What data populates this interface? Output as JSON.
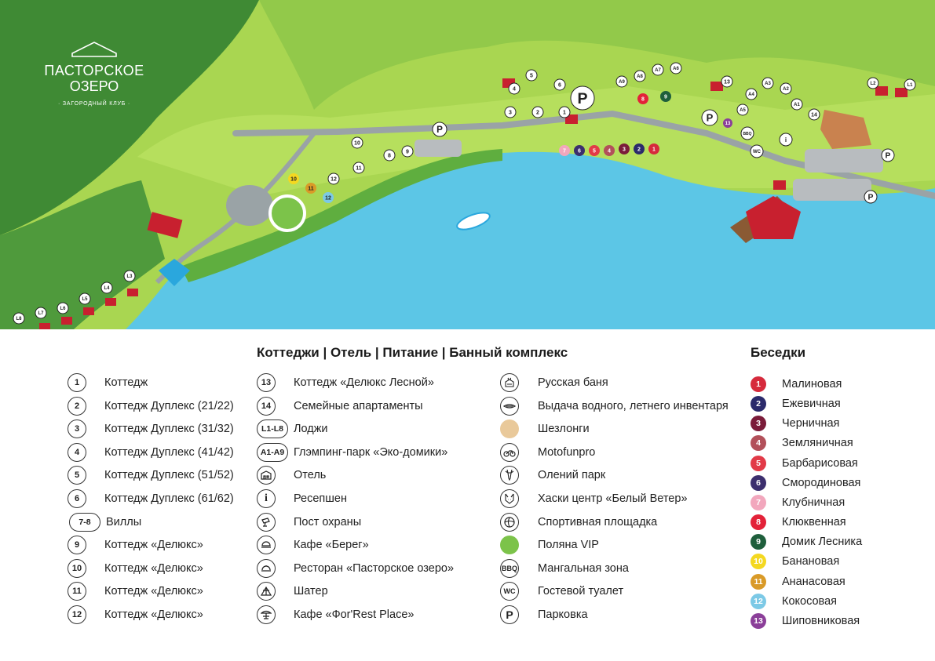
{
  "brand": {
    "name_line1": "ПАСТОРСКОЕ",
    "name_line2": "ОЗЕРО",
    "tagline": "· ЗАГОРОДНЫЙ КЛУБ ·"
  },
  "colors": {
    "forest": "#3f8a34",
    "meadow": "#a9d651",
    "water": "#5cc6e6",
    "roof": "#c8202f",
    "path": "#9aa3a6",
    "wood": "#8a5a34"
  },
  "map_markers": {
    "cottages": [
      "1",
      "2",
      "3",
      "4",
      "5",
      "6",
      "8",
      "9",
      "10",
      "11",
      "12",
      "13",
      "14"
    ],
    "glamping": [
      "A1",
      "A2",
      "A3",
      "A4",
      "A5",
      "A6",
      "A7",
      "A8",
      "A9"
    ],
    "lodges": [
      "L1",
      "L2",
      "L3",
      "L4",
      "L5",
      "L6",
      "L7",
      "L8"
    ],
    "gazebos": [
      "7",
      "6",
      "5",
      "4",
      "3",
      "2",
      "1"
    ],
    "gazebo_north": [
      "8",
      "9"
    ],
    "gazebo_13": "13",
    "gazebos_yellow": [
      "10",
      "11",
      "12"
    ],
    "parking": "P",
    "bbq": "BBQ",
    "wc": "WC",
    "info": "i"
  },
  "legend": {
    "main_title": "Коттеджи | Отель | Питание | Банный комплекс",
    "gazebo_title": "Беседки",
    "col1": [
      {
        "code": "1",
        "label": "Коттедж"
      },
      {
        "code": "2",
        "label": "Коттедж Дуплекс (21/22)"
      },
      {
        "code": "3",
        "label": "Коттедж Дуплекс (31/32)"
      },
      {
        "code": "4",
        "label": "Коттедж Дуплекс (41/42)"
      },
      {
        "code": "5",
        "label": "Коттедж Дуплекс (51/52)"
      },
      {
        "code": "6",
        "label": "Коттедж Дуплекс (61/62)"
      },
      {
        "code": "7-8",
        "label": "Виллы"
      },
      {
        "code": "9",
        "label": "Коттедж «Делюкс»"
      },
      {
        "code": "10",
        "label": "Коттедж «Делюкс»"
      },
      {
        "code": "11",
        "label": "Коттедж «Делюкс»"
      },
      {
        "code": "12",
        "label": "Коттедж «Делюкс»"
      }
    ],
    "col2": [
      {
        "code": "13",
        "label": "Коттедж «Делюкс Лесной»",
        "icon": "number"
      },
      {
        "code": "14",
        "label": "Семейные апартаменты",
        "icon": "number"
      },
      {
        "code": "L1-L8",
        "label": "Лоджи",
        "icon": "pill"
      },
      {
        "code": "A1-A9",
        "label": "Глэмпинг-парк «Эко-домики»",
        "icon": "pill"
      },
      {
        "code": "",
        "label": "Отель",
        "icon": "hotel-icon"
      },
      {
        "code": "i",
        "label": "Ресепшен",
        "icon": "info-icon"
      },
      {
        "code": "",
        "label": "Пост охраны",
        "icon": "security-camera-icon"
      },
      {
        "code": "",
        "label": "Кафе «Берег»",
        "icon": "cafe-icon"
      },
      {
        "code": "",
        "label": "Ресторан «Пасторское озеро»",
        "icon": "restaurant-cloche-icon"
      },
      {
        "code": "",
        "label": "Шатер",
        "icon": "tent-icon"
      },
      {
        "code": "",
        "label": "Кафе «Фor'Rest Place»",
        "icon": "cafe-umbrella-icon"
      }
    ],
    "col3": [
      {
        "code": "",
        "label": "Русская баня",
        "icon": "sauna-icon"
      },
      {
        "code": "",
        "label": "Выдача водного, летнего инвентаря",
        "icon": "boat-rental-icon"
      },
      {
        "code": "",
        "label": "Шезлонги",
        "icon": "sunbed-icon"
      },
      {
        "code": "",
        "label": "Motofunpro",
        "icon": "motorcycle-icon"
      },
      {
        "code": "",
        "label": "Олений парк",
        "icon": "deer-icon"
      },
      {
        "code": "",
        "label": "Хаски центр «Белый Ветер»",
        "icon": "husky-icon"
      },
      {
        "code": "",
        "label": "Спортивная площадка",
        "icon": "volleyball-icon"
      },
      {
        "code": "",
        "label": "Поляна VIP",
        "icon": "vip-meadow-icon"
      },
      {
        "code": "BBQ",
        "label": "Мангальная зона",
        "icon": "text"
      },
      {
        "code": "WC",
        "label": "Гостевой туалет",
        "icon": "text"
      },
      {
        "code": "P",
        "label": "Парковка",
        "icon": "parking-icon"
      }
    ],
    "gazebos": [
      {
        "code": "1",
        "label": "Малиновая",
        "color": "#d62a3c"
      },
      {
        "code": "2",
        "label": "Ежевичная",
        "color": "#2b2a6b"
      },
      {
        "code": "3",
        "label": "Черничная",
        "color": "#7b1c3a"
      },
      {
        "code": "4",
        "label": "Земляничная",
        "color": "#b2505a"
      },
      {
        "code": "5",
        "label": "Барбарисовая",
        "color": "#e23a48"
      },
      {
        "code": "6",
        "label": "Смородиновая",
        "color": "#3c2f6e"
      },
      {
        "code": "7",
        "label": "Клубничная",
        "color": "#f2a7bd"
      },
      {
        "code": "8",
        "label": "Клюквенная",
        "color": "#e32239"
      },
      {
        "code": "9",
        "label": "Домик Лесника",
        "color": "#1f5f3c"
      },
      {
        "code": "10",
        "label": "Банановая",
        "color": "#f4d820"
      },
      {
        "code": "11",
        "label": "Ананасовая",
        "color": "#d99a28"
      },
      {
        "code": "12",
        "label": "Кокосовая",
        "color": "#7cc9e6"
      },
      {
        "code": "13",
        "label": "Шиповниковая",
        "color": "#8b3f99"
      }
    ]
  }
}
